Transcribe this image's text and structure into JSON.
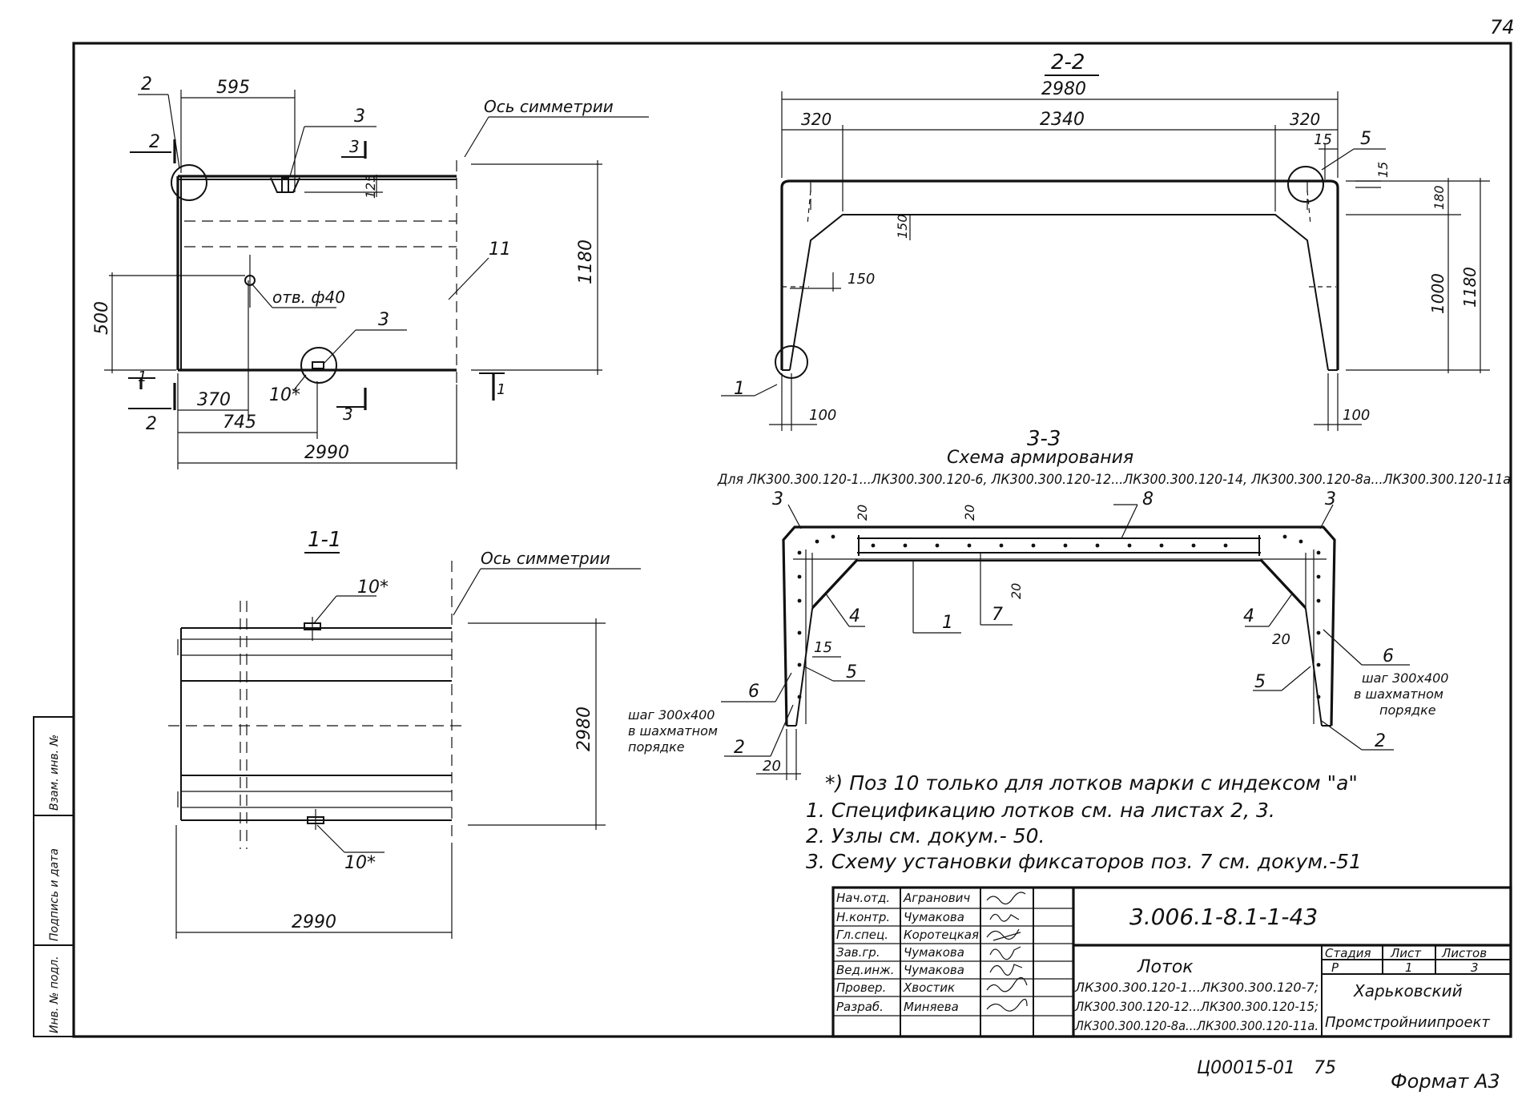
{
  "sheet": {
    "page_number": "74",
    "footer_code": "Ц00015-01",
    "footer_page": "75",
    "format": "Формат A3"
  },
  "plan": {
    "axis_label": "Ось симметрии",
    "dim_595": "595",
    "dim_370": "370",
    "dim_745": "745",
    "dim_2990": "2990",
    "dim_1180": "1180",
    "dim_500": "500",
    "dim_125": "125",
    "hole_label": "отв. ф40",
    "pos_2": "2",
    "pos_3a": "3",
    "pos_3b": "3",
    "pos_11": "11",
    "pos_10": "10*",
    "sec_2_top": "2",
    "sec_2_bot": "2",
    "sec_3_top": "3",
    "sec_3_bot": "3",
    "sec_1_left": "1",
    "sec_1_right": "1"
  },
  "section_1_1": {
    "title": "1-1",
    "axis_label": "Ось симметрии",
    "dim_2980": "2980",
    "dim_2990": "2990",
    "pos_10_top": "10*",
    "pos_10_bot": "10*"
  },
  "section_2_2": {
    "title": "2-2",
    "dim_2980": "2980",
    "dim_320_left": "320",
    "dim_2340": "2340",
    "dim_320_right": "320",
    "dim_15_a": "15",
    "dim_15_b": "15",
    "dim_150_a": "150",
    "dim_150_b": "150",
    "dim_180": "180",
    "dim_1000": "1000",
    "dim_1180": "1180",
    "dim_100_left": "100",
    "dim_100_right": "100",
    "pos_1": "1",
    "pos_5": "5"
  },
  "section_3_3": {
    "title": "3-3",
    "subtitle": "Схема армирования",
    "applies_to": "Для ЛК300.300.120-1...ЛК300.300.120-6, ЛК300.300.120-12...ЛК300.300.120-14, ЛК300.300.120-8а...ЛК300.300.120-11а",
    "pos_3_left": "3",
    "pos_3_right": "3",
    "pos_8": "8",
    "pos_4_left": "4",
    "pos_4_right": "4",
    "pos_1": "1",
    "pos_7": "7",
    "pos_5_left": "5",
    "pos_5_right": "5",
    "pos_6_left": "6",
    "pos_6_right": "6",
    "pos_2_left": "2",
    "pos_2_right": "2",
    "dim_20_a": "20",
    "dim_20_b": "20",
    "dim_20_c": "20",
    "dim_20_d": "20",
    "dim_20_e": "20",
    "dim_15": "15",
    "step_left_1": "шаг 300х400",
    "step_left_2": "в шахматном",
    "step_left_3": "порядке",
    "step_right_1": "шаг 300х400",
    "step_right_2": "в шахматном",
    "step_right_3": "порядке"
  },
  "notes": [
    "*) Поз 10 только для лотков марки с индексом \"а\"",
    "1. Спецификацию лотков см. на листах 2, 3.",
    "2. Узлы см. докум.- 50.",
    "3. Схему установки фиксаторов поз. 7 см. докум.-51"
  ],
  "side_stamp": [
    "Инв. № подл.",
    "Подпись и дата",
    "Взам. инв. №"
  ],
  "title_block": {
    "doc_code": "3.006.1-8.1-1-43",
    "roles": [
      {
        "role": "Нач.отд.",
        "name": "Агранович"
      },
      {
        "role": "Н.контр.",
        "name": "Чумакова"
      },
      {
        "role": "Гл.спец.",
        "name": "Коротецкая"
      },
      {
        "role": "Зав.гр.",
        "name": "Чумакова"
      },
      {
        "role": "Вед.инж.",
        "name": "Чумакова"
      },
      {
        "role": "Провер.",
        "name": "Хвостик"
      },
      {
        "role": "Разраб.",
        "name": "Миняева"
      }
    ],
    "product_title": "Лоток",
    "product_lines": [
      "ЛК300.300.120-1...ЛК300.300.120-7;",
      "ЛК300.300.120-12...ЛК300.300.120-15;",
      "ЛК300.300.120-8а...ЛК300.300.120-11а."
    ],
    "stage_label": "Стадия",
    "sheet_label": "Лист",
    "sheets_label": "Листов",
    "stage": "Р",
    "sheet": "1",
    "sheets": "3",
    "org_1": "Харьковский",
    "org_2": "Промстройниипроект"
  }
}
